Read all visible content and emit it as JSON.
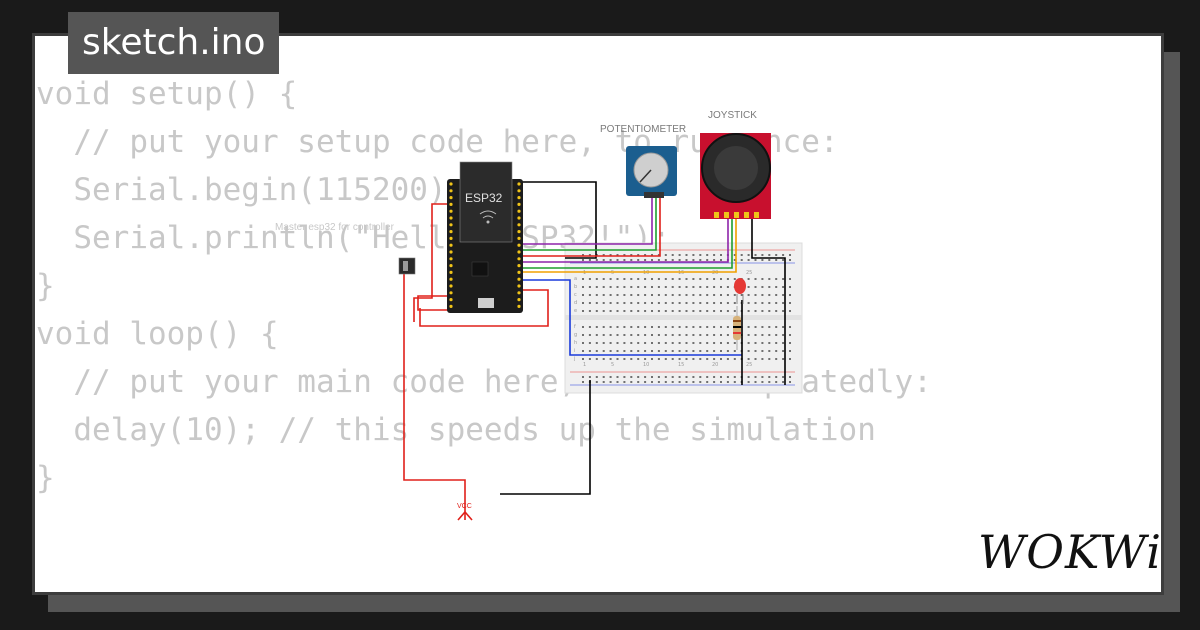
{
  "header": {
    "filename": "sketch.ino"
  },
  "code": {
    "lines": [
      "void setup() {",
      "  // put your setup code here, to run once:",
      "  Serial.begin(115200);",
      "  Serial.println(\"Hello, ESP32!\");",
      "}",
      "",
      "void loop() {",
      "  // put your main code here, to run repeatedly:",
      "  delay(10); // this speeds up the simulation",
      "}"
    ]
  },
  "circuit": {
    "esp32_label": "ESP32",
    "caption": "Master esp32 for controller",
    "potentiometer_label": "POTENTIOMETER",
    "joystick_label": "JOYSTICK",
    "vcc_label": "VCC",
    "breadboard_numbers": [
      "1",
      "5",
      "10",
      "15",
      "20",
      "25"
    ],
    "breadboard_letters_top": [
      "a",
      "b",
      "c",
      "d",
      "e"
    ],
    "breadboard_letters_bottom": [
      "f",
      "g",
      "h",
      "i",
      "j"
    ]
  },
  "brand": {
    "logo_text": "WOKWi"
  },
  "colors": {
    "background": "#1a1a1a",
    "card": "#ffffff",
    "code_text": "#c8c8c8",
    "filename_bg": "#555555",
    "esp32_board": "#1c1c1c",
    "potentiometer_board": "#1b5e8f",
    "joystick_board": "#c8102e",
    "breadboard": "#f0f0f0",
    "wire_red": "#e0201a",
    "wire_black": "#000000",
    "wire_green": "#1e9e2e",
    "wire_purple": "#8e24aa",
    "wire_orange": "#f0a000",
    "wire_blue": "#1a3adb"
  }
}
